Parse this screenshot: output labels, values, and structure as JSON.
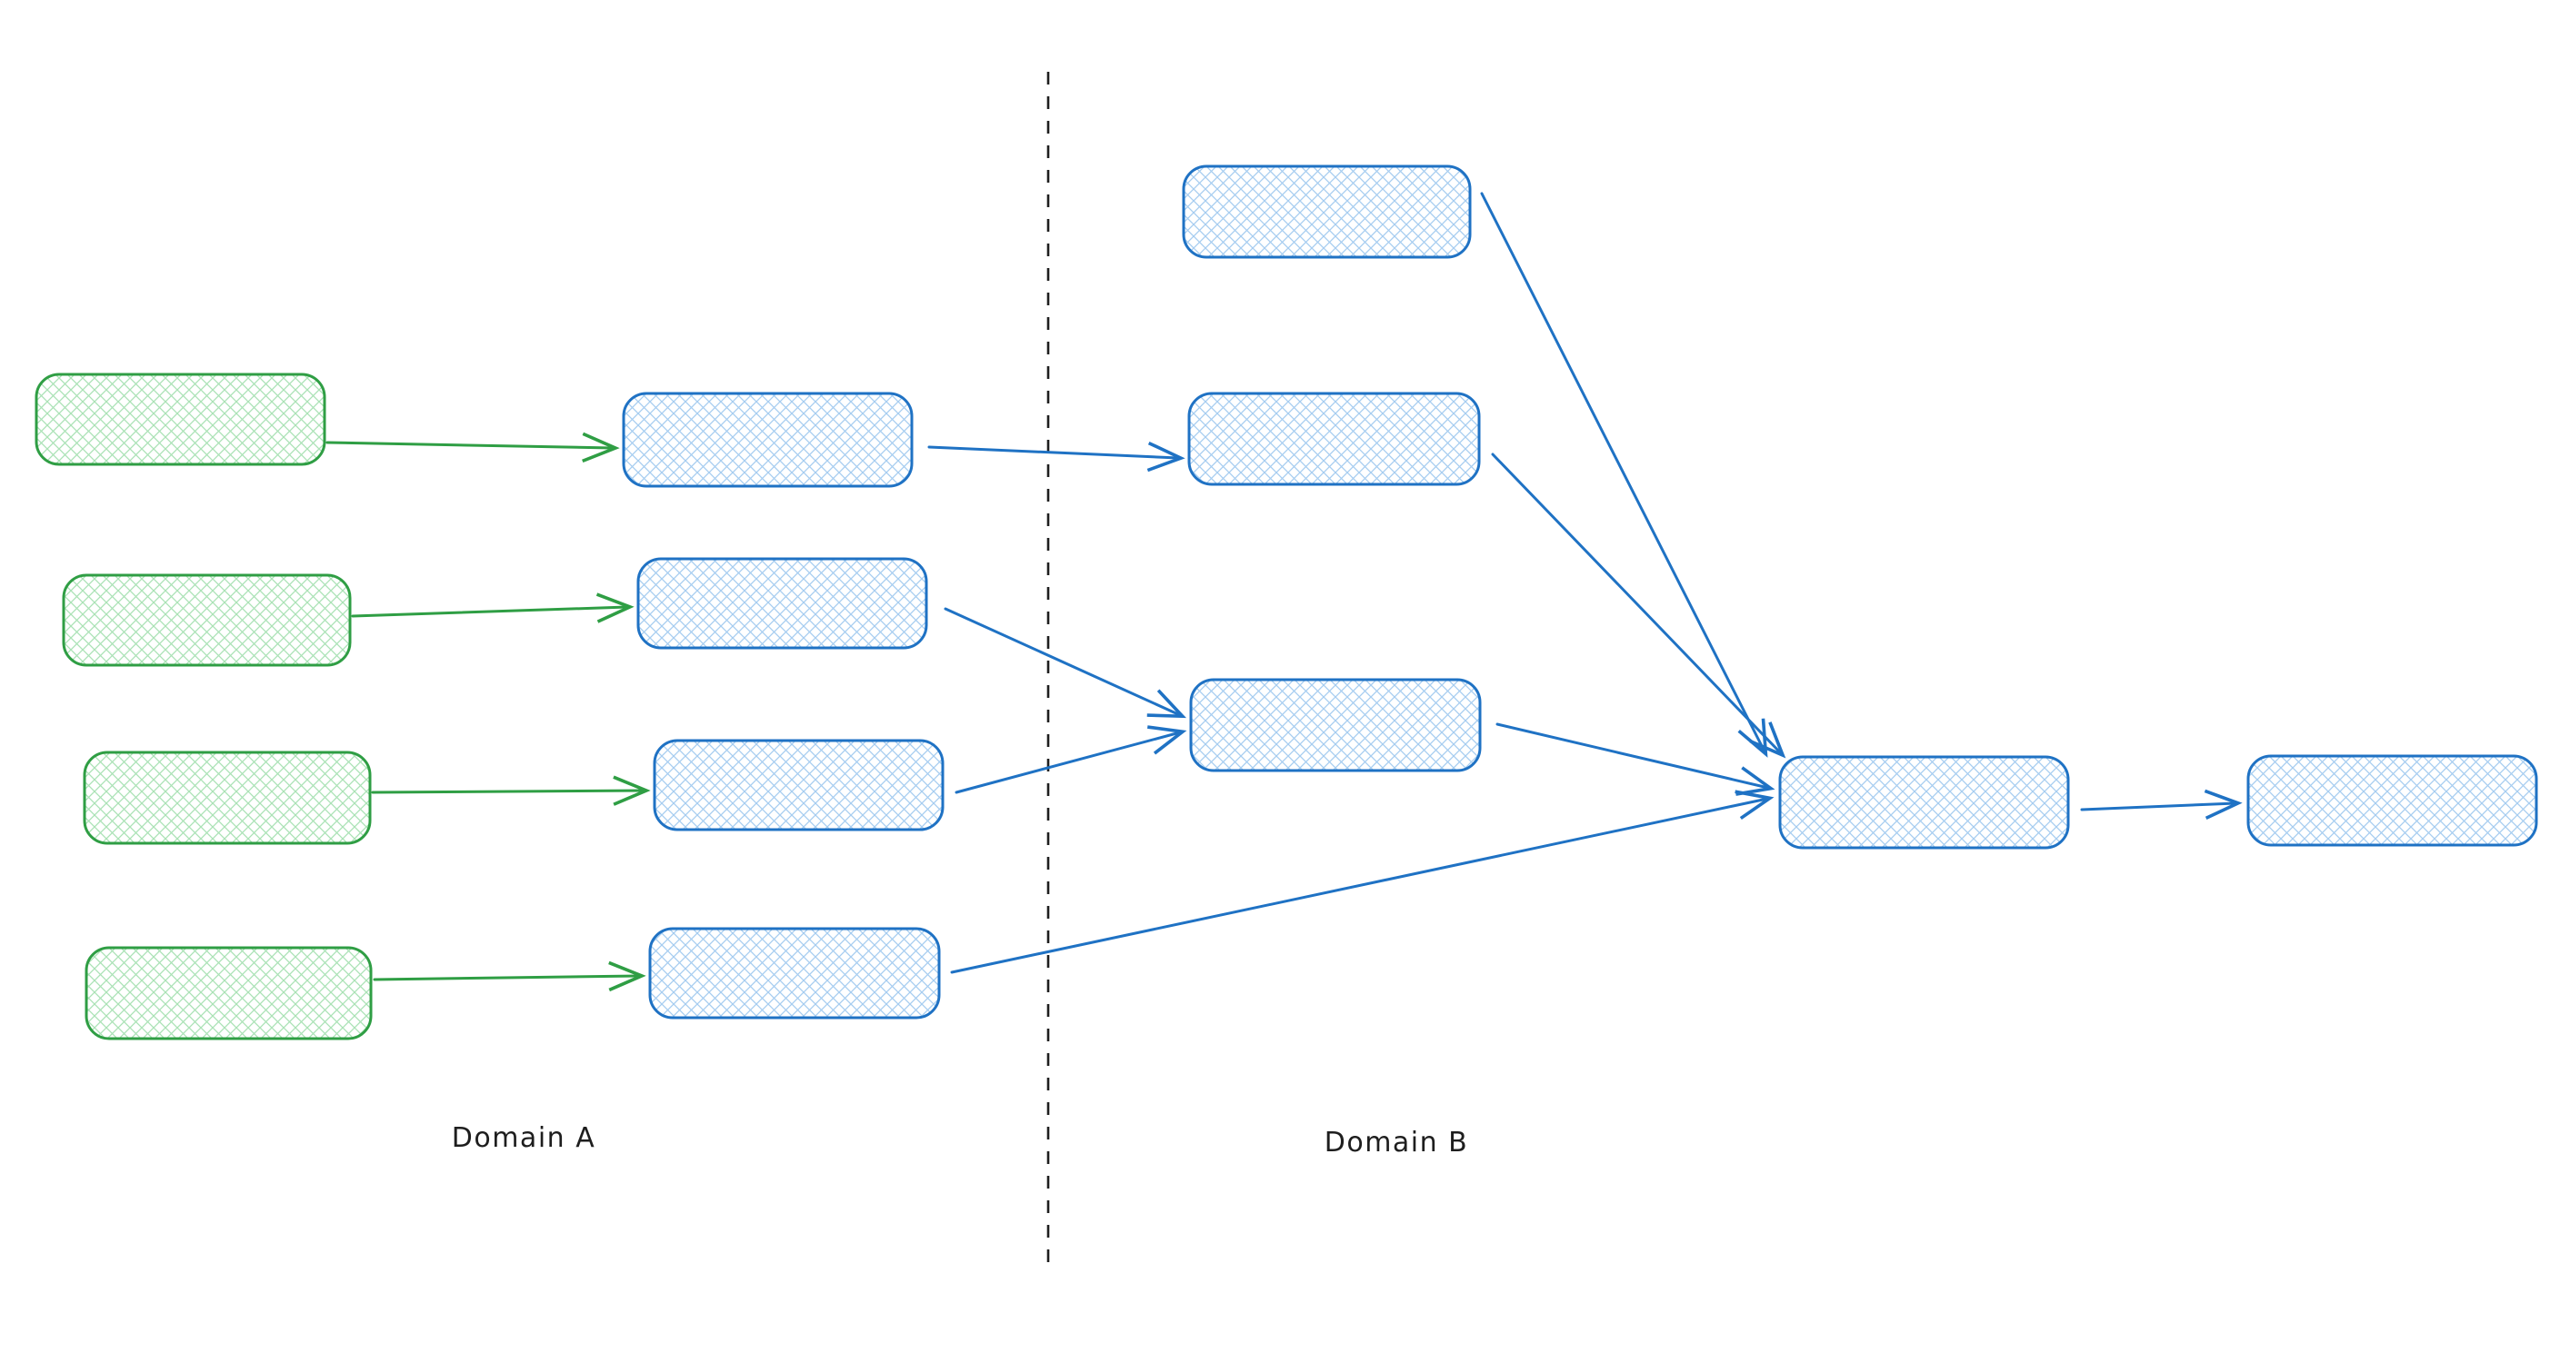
{
  "labels": {
    "domain_a": "Domain A",
    "domain_b": "Domain B"
  },
  "colors": {
    "green_stroke": "#2f9e44",
    "green_hatch": "#aae2b5",
    "blue_stroke": "#1f72c4",
    "blue_hatch": "#a6cdf0",
    "divider": "#1e1e1e",
    "label_text": "#1e1e1e",
    "canvas_background": "#ffffff"
  },
  "divider": {
    "style": "dashed",
    "orientation": "vertical"
  },
  "counts": {
    "domain_a_green_source_boxes": 4,
    "domain_a_blue_stage_boxes": 4,
    "domain_b_blue_boxes": 5,
    "green_arrows": 4,
    "blue_arrows": 8
  }
}
